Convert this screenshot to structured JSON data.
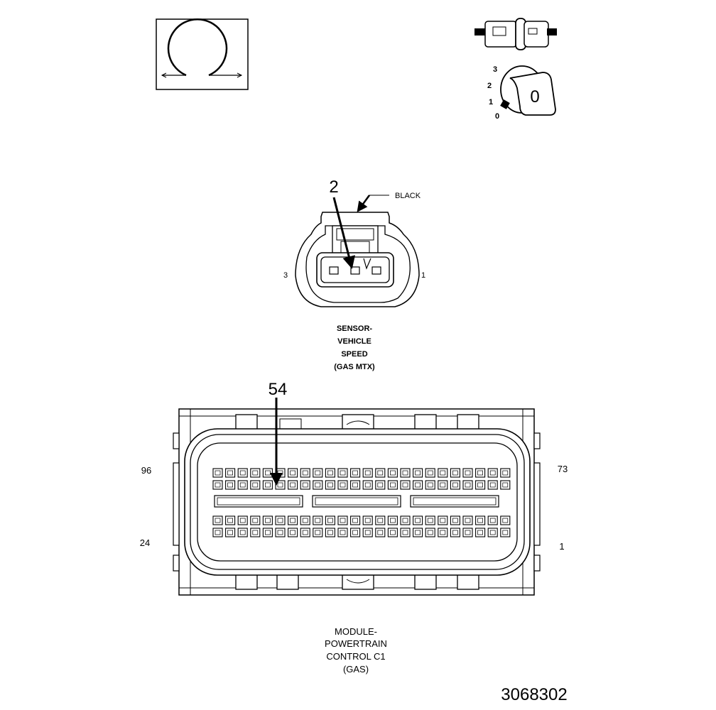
{
  "resistance_symbol": {
    "icon": "ohm-resistance-icon"
  },
  "ignition_key": {
    "icon": "ignition-key-icon",
    "positions": [
      "3",
      "2",
      "1",
      "0"
    ],
    "key_label": "0"
  },
  "vehicle_speed_connector": {
    "cavity_callout": "2",
    "color_callout": "BLACK",
    "pin_left": "3",
    "pin_right": "1",
    "title_lines": [
      "SENSOR-",
      "VEHICLE",
      "SPEED",
      "(GAS MTX)"
    ]
  },
  "pcm_connector": {
    "cavity_callout": "54",
    "pin_top_left": "96",
    "pin_bottom_left": "24",
    "pin_top_right": "73",
    "pin_bottom_right": "1",
    "title_lines": [
      "MODULE-",
      "POWERTRAIN",
      "CONTROL C1",
      "(GAS)"
    ]
  },
  "figure_number": "3068302"
}
